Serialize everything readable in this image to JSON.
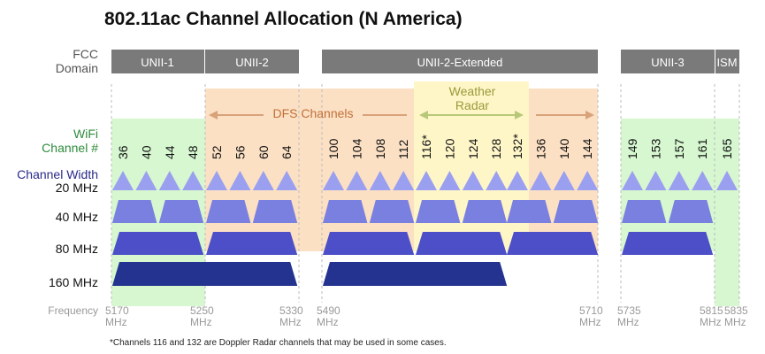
{
  "title": "802.11ac Channel Allocation (N America)",
  "fcc_label_1": "FCC",
  "fcc_label_2": "Domain",
  "fcc_bands": [
    "UNII-1",
    "UNII-2",
    "UNII-2-Extended",
    "UNII-3",
    "ISM"
  ],
  "dfs_label": "DFS Channels",
  "weather_label_1": "Weather",
  "weather_label_2": "Radar",
  "wifi_label_1": "WiFi",
  "wifi_label_2": "Channel #",
  "channel_width_label": "Channel Width",
  "channels": [
    "36",
    "40",
    "44",
    "48",
    "52",
    "56",
    "60",
    "64",
    "100",
    "104",
    "108",
    "112",
    "116*",
    "120",
    "124",
    "128",
    "132*",
    "136",
    "140",
    "144",
    "149",
    "153",
    "157",
    "161",
    "165"
  ],
  "width_labels": [
    "20 MHz",
    "40 MHz",
    "80 MHz",
    "160 MHz"
  ],
  "frequency_label": "Frequency",
  "frequencies": [
    {
      "value": "5170",
      "unit": "MHz"
    },
    {
      "value": "5250",
      "unit": "MHz"
    },
    {
      "value": "5330",
      "unit": "MHz"
    },
    {
      "value": "5490",
      "unit": "MHz"
    },
    {
      "value": "5710",
      "unit": "MHz"
    },
    {
      "value": "5735",
      "unit": "MHz"
    },
    {
      "value": "5815",
      "unit": "MHz"
    },
    {
      "value": "5835",
      "unit": "MHz"
    }
  ],
  "footnote": "*Channels 116 and 132 are Doppler Radar channels that may be used in some cases.",
  "colors": {
    "fcc_band": "#7a7a7a",
    "dfs_band": "#fbe0c4",
    "weather_band": "#fff6c8",
    "green_band": "#d6f7d0",
    "ch20": "#9a9ff0",
    "ch40": "#7a80e0",
    "ch80": "#4c4fc8",
    "ch160": "#23338f"
  }
}
